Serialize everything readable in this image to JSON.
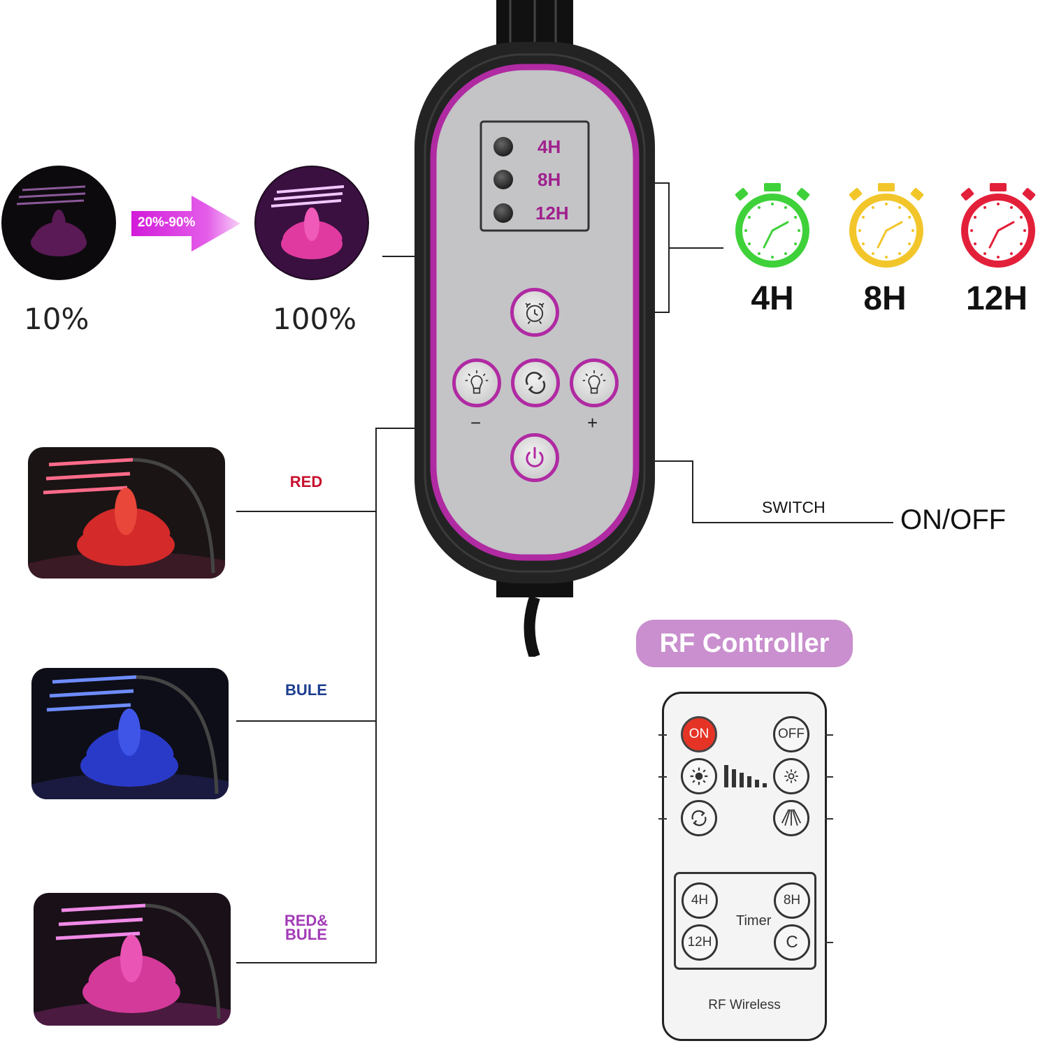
{
  "brightness": {
    "low_label": "10%",
    "range_label": "20%-90%",
    "high_label": "100%"
  },
  "controller": {
    "timer_options": [
      "4H",
      "8H",
      "12H"
    ],
    "minus_sign": "−",
    "plus_sign": "+"
  },
  "timers": [
    {
      "label": "4H",
      "color": "#3fd13a"
    },
    {
      "label": "8H",
      "color": "#f2c62b"
    },
    {
      "label": "12H",
      "color": "#e3203a"
    }
  ],
  "color_modes": [
    {
      "label": "RED",
      "color": "#c8102e"
    },
    {
      "label": "BULE",
      "color": "#1c3d8f"
    },
    {
      "label_line1": "RED&",
      "label_line2": "BULE",
      "color": "#a23ab6"
    }
  ],
  "switch": {
    "label": "SWITCH",
    "state_label": "ON/OFF"
  },
  "rf_controller": {
    "badge": "RF Controller",
    "on_label": "ON",
    "off_label": "OFF",
    "timer_4h": "4H",
    "timer_8h": "8H",
    "timer_12h": "12H",
    "cancel": "C",
    "timer_word": "Timer",
    "footer": "RF Wireless"
  }
}
